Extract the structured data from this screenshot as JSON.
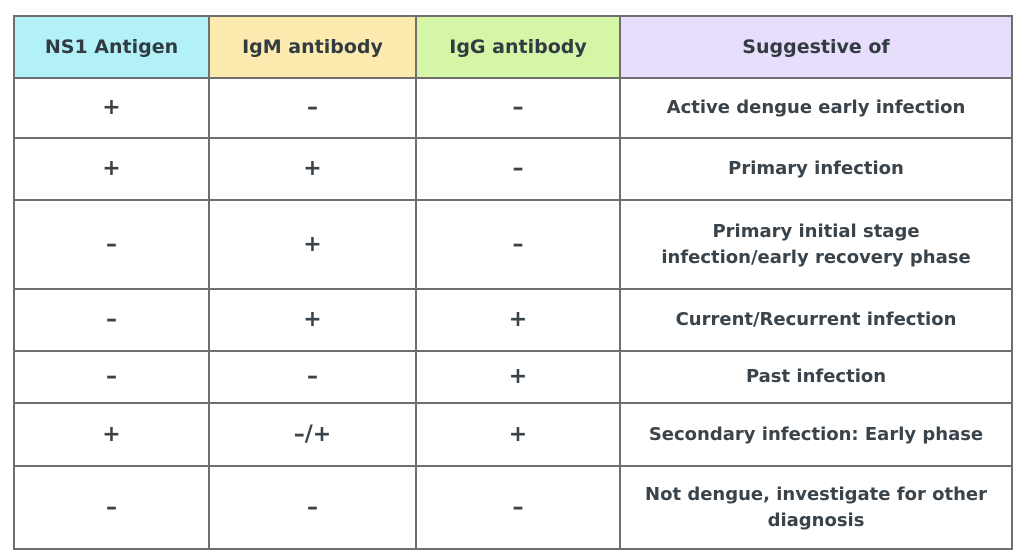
{
  "headers": [
    "NS1 Antigen",
    "IgM antibody",
    "IgG antibody",
    "Suggestive of"
  ],
  "header_colors": [
    "#b2f1f7",
    "#fdeaaf",
    "#d5f6a6",
    "#e7defc"
  ],
  "rows": [
    {
      "ns1": "+",
      "igm": "–",
      "igg": "–",
      "suggestive": "Active dengue early infection"
    },
    {
      "ns1": "+",
      "igm": "+",
      "igg": "–",
      "suggestive": "Primary infection"
    },
    {
      "ns1": "–",
      "igm": "+",
      "igg": "–",
      "suggestive": "Primary initial stage infection/early recovery phase"
    },
    {
      "ns1": "–",
      "igm": "+",
      "igg": "+",
      "suggestive": "Current/Recurrent infection"
    },
    {
      "ns1": "–",
      "igm": "–",
      "igg": "+",
      "suggestive": "Past infection"
    },
    {
      "ns1": "+",
      "igm": "–/+",
      "igg": "+",
      "suggestive": "Secondary infection: Early phase"
    },
    {
      "ns1": "–",
      "igm": "–",
      "igg": "–",
      "suggestive": "Not dengue, investigate for other diagnosis"
    }
  ]
}
